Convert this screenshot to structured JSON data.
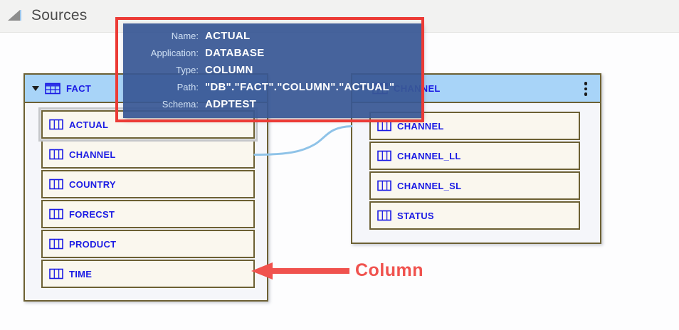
{
  "panel": {
    "title": "Sources"
  },
  "fact_table": {
    "title": "FACT",
    "columns": [
      "ACTUAL",
      "CHANNEL",
      "COUNTRY",
      "FORECST",
      "PRODUCT",
      "TIME"
    ],
    "selected_column": "ACTUAL"
  },
  "channel_table": {
    "title": "CHANNEL",
    "columns": [
      "CHANNEL",
      "CHANNEL_LL",
      "CHANNEL_SL",
      "STATUS"
    ]
  },
  "tooltip": {
    "fields": [
      {
        "label": "Name:",
        "value": "ACTUAL"
      },
      {
        "label": "Application:",
        "value": "DATABASE"
      },
      {
        "label": "Type:",
        "value": "COLUMN"
      },
      {
        "label": "Path:",
        "value": "\"DB\".\"FACT\".\"COLUMN\".\"ACTUAL\""
      },
      {
        "label": "Schema:",
        "value": "ADPTEST"
      }
    ]
  },
  "annotation": {
    "label": "Column"
  },
  "colors": {
    "tooltip_bg": "#385794",
    "table_header_bg": "#A8D4F8",
    "table_border": "#6C6033",
    "row_bg": "#FAF7EE",
    "link_text": "#1B1BE4",
    "annotation_red": "#EC3B36",
    "arrow_red": "#F0524E",
    "connector_blue": "#8FC3E8"
  }
}
